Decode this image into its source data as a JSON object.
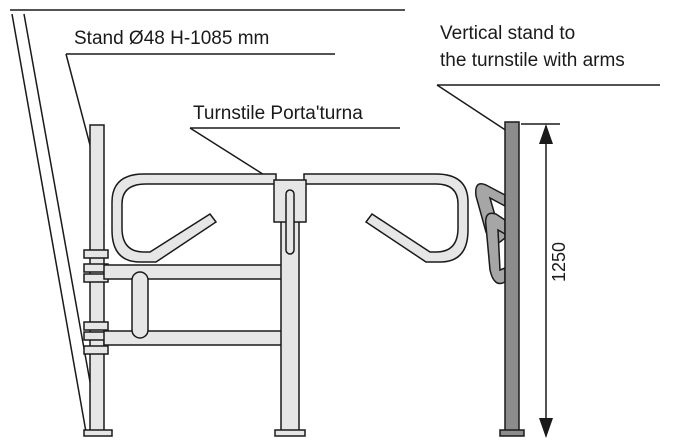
{
  "labels": {
    "stand": "Stand Ø48 H-1085 mm",
    "turnstile": "Turnstile Porta'turna",
    "vertical_stand_line1": "Vertical stand to",
    "vertical_stand_line2": "the turnstile with arms",
    "dimension": "1250"
  },
  "colors": {
    "line": "#1a1a1a",
    "stand_fill": "#e6e6e6",
    "vertical_stand_fill": "#8c8c8c",
    "arm_fill": "#a6a6a6"
  }
}
